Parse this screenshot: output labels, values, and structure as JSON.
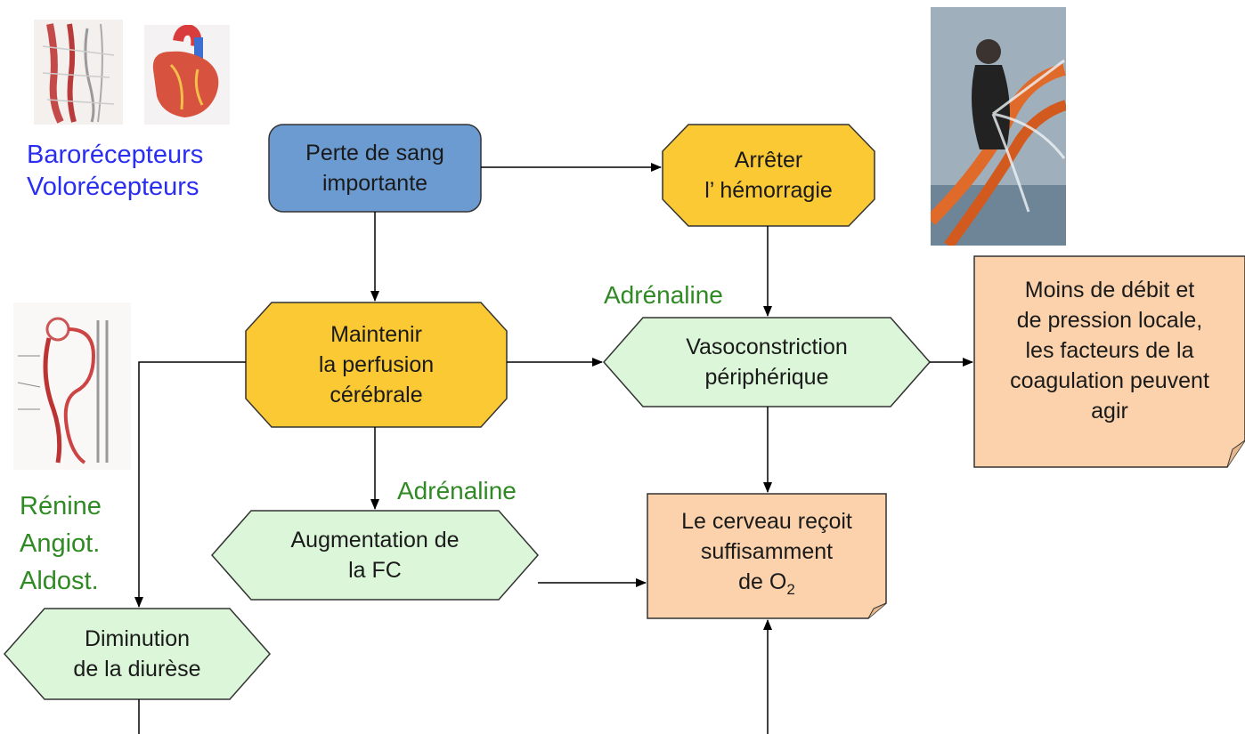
{
  "side_labels": {
    "receptors": [
      "Barorécepteurs",
      "Volorécepteurs"
    ],
    "hormones": [
      "Rénine",
      "Angiot.",
      "Aldost."
    ]
  },
  "labels": {
    "adrenaline_top": "Adrénaline",
    "adrenaline_mid": "Adrénaline"
  },
  "nodes": {
    "perte": [
      "Perte de sang",
      "importante"
    ],
    "arreter": [
      "Arrêter",
      "l’ hémorragie"
    ],
    "maintenir": [
      "Maintenir",
      "la perfusion",
      "cérébrale"
    ],
    "vaso": [
      "Vasoconstriction",
      "périphérique"
    ],
    "moins": [
      "Moins de débit et",
      "de pression locale,",
      "les facteurs de la",
      "coagulation peuvent",
      "agir"
    ],
    "augmentation": [
      "Augmentation de",
      "la FC"
    ],
    "cerveau": [
      "Le cerveau reçoit",
      "suffisamment",
      "de O",
      "2"
    ],
    "diminution": [
      "Diminution",
      "de la diurèse"
    ]
  },
  "colors": {
    "blue_box": "#6b9bd1",
    "yellow_box": "#fbc934",
    "green_hex": "#dbf6d9",
    "orange_note": "#fbd2ab",
    "arrow": "#000000"
  },
  "images": [
    "neck-vessels-illustration",
    "heart-illustration",
    "kidney-nephron-illustration",
    "burst-pipe-photo"
  ]
}
